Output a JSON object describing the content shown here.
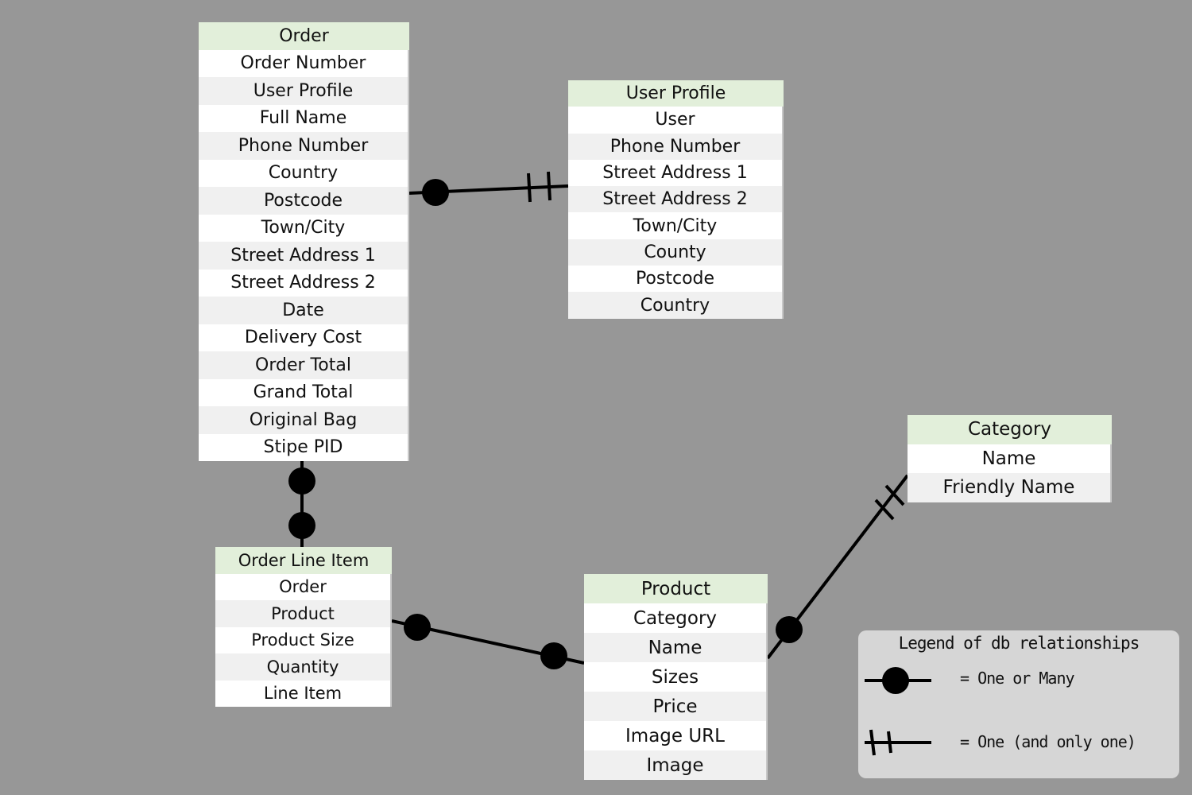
{
  "entities": {
    "order": {
      "title": "Order",
      "fields": [
        "Order Number",
        "User Profile",
        "Full Name",
        "Phone Number",
        "Country",
        "Postcode",
        "Town/City",
        "Street Address 1",
        "Street Address 2",
        "Date",
        "Delivery Cost",
        "Order Total",
        "Grand Total",
        "Original Bag",
        "Stipe PID"
      ]
    },
    "user_profile": {
      "title": "User Profile",
      "fields": [
        "User",
        "Phone Number",
        "Street Address 1",
        "Street Address 2",
        "Town/City",
        "County",
        "Postcode",
        "Country"
      ]
    },
    "category": {
      "title": "Category",
      "fields": [
        "Name",
        "Friendly Name"
      ]
    },
    "order_line_item": {
      "title": "Order Line Item",
      "fields": [
        "Order",
        "Product",
        "Product Size",
        "Quantity",
        "Line Item"
      ]
    },
    "product": {
      "title": "Product",
      "fields": [
        "Category",
        "Name",
        "Sizes",
        "Price",
        "Image URL",
        "Image"
      ]
    }
  },
  "relationships": [
    {
      "from": "order",
      "from_end": "one-or-many",
      "to": "user_profile",
      "to_end": "one-and-only-one"
    },
    {
      "from": "order",
      "from_end": "one-or-many",
      "to": "order_line_item",
      "to_end": "one-or-many"
    },
    {
      "from": "order_line_item",
      "from_end": "one-or-many",
      "to": "product",
      "to_end": "one-or-many"
    },
    {
      "from": "product",
      "from_end": "one-or-many",
      "to": "category",
      "to_end": "one-and-only-one"
    }
  ],
  "legend": {
    "title": "Legend of db relationships",
    "one_or_many": "= One or Many",
    "one_only": "= One (and only one)"
  },
  "colors": {
    "background": "#979797",
    "header": "#e2efda",
    "row_light": "#ffffff",
    "row_shade": "#f0f0f0",
    "legend_bg": "#d6d6d6",
    "line": "#000000"
  }
}
